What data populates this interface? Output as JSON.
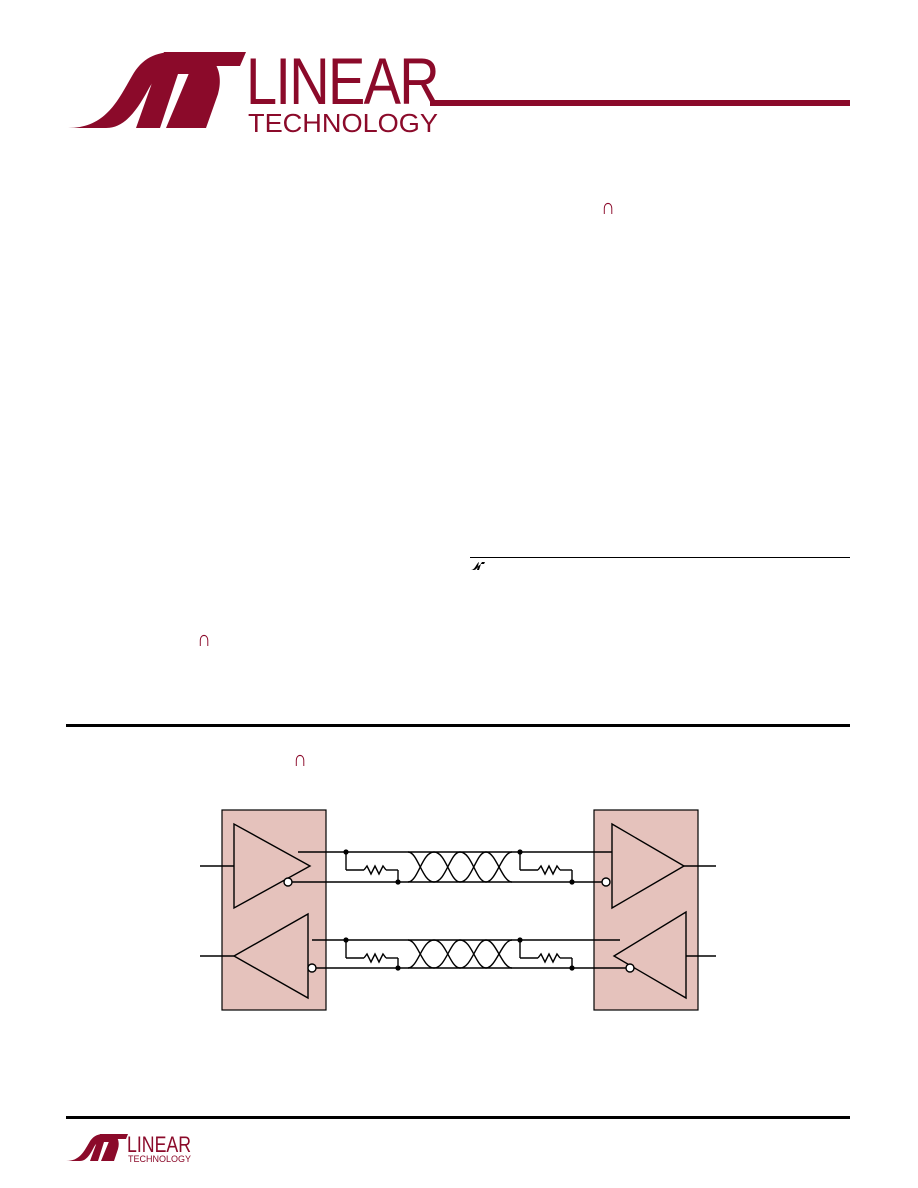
{
  "brand": {
    "name": "LINEAR",
    "subname": "TECHNOLOGY",
    "color": "#8b0a2a"
  },
  "icons": {
    "section_bullet": "∩",
    "trademark_logo": "lt-logo-icon"
  },
  "diagram": {
    "box_fill": "#e5c2bc",
    "transmitters": 2,
    "receivers": 2
  }
}
